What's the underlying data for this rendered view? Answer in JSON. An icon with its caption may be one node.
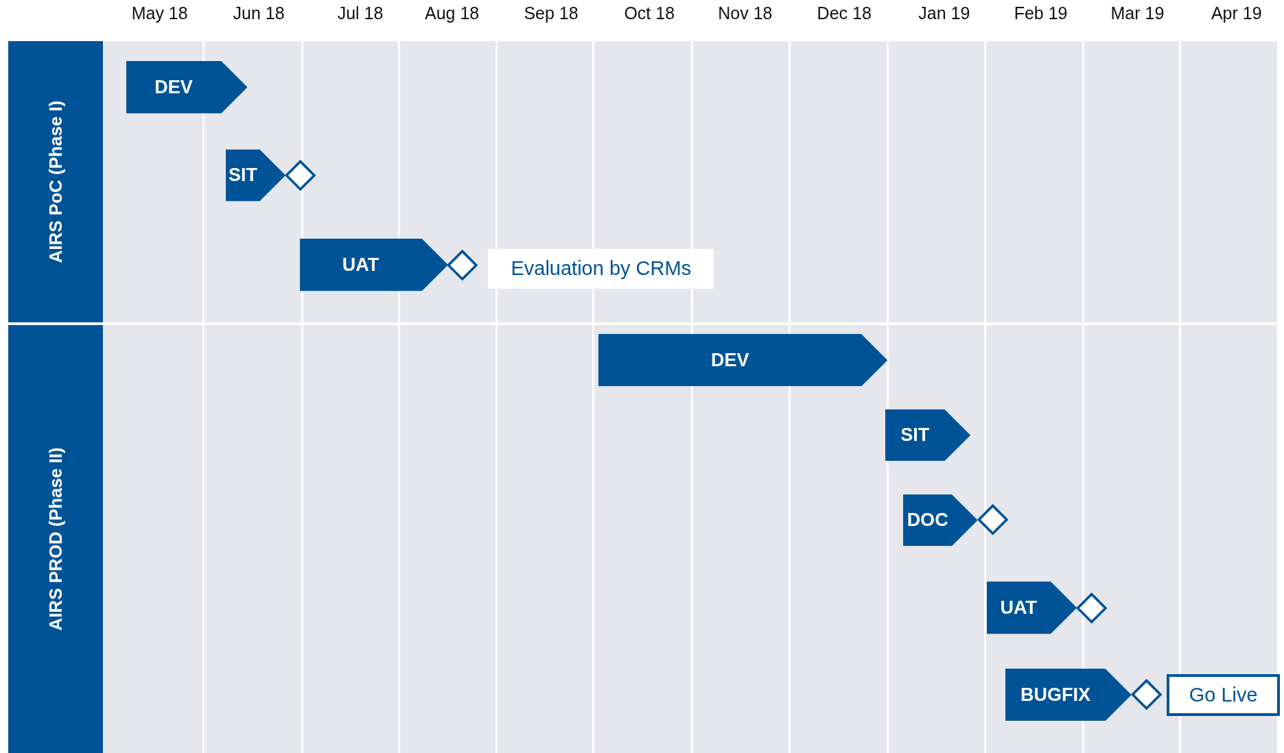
{
  "diagram": {
    "nodes": [
      {
        "text": [
          "AIRS PoC (Phase I)"
        ]
      },
      {
        "text": [
          "DEV"
        ],
        "in": 0
      },
      {
        "text": [
          "SIT"
        ],
        "in": 0
      },
      {
        "text": [],
        "shape": "diamond",
        "in": 0
      },
      {
        "text": [
          "UAT"
        ],
        "in": 0
      },
      {
        "text": [],
        "shape": "diamond",
        "in": 0
      },
      {
        "text": [
          "Evaluation by CRMs"
        ],
        "in": 0
      },
      {
        "text": [
          "AIRS PROD (Phase II)"
        ]
      },
      {
        "text": [
          "DEV"
        ],
        "in": 7
      },
      {
        "text": [
          "SIT"
        ],
        "in": 7
      },
      {
        "text": [
          "DOC"
        ],
        "in": 7
      },
      {
        "text": [],
        "shape": "diamond",
        "in": 7
      },
      {
        "text": [
          "UAT"
        ],
        "in": 7
      },
      {
        "text": [],
        "shape": "diamond",
        "in": 7
      },
      {
        "text": [
          "BUGFIX"
        ],
        "in": 7
      },
      {
        "text": [],
        "shape": "diamond",
        "in": 7
      },
      {
        "text": [
          "Go Live"
        ],
        "in": 7
      }
    ],
    "edges": [],
    "labels": [
      "May 18",
      "Jun 18",
      "Jul 18",
      "Aug 18",
      "Sep 18",
      "Oct 18",
      "Nov 18",
      "Dec 18",
      "Jan 19",
      "Feb 19",
      "Mar 19",
      "Apr 19"
    ]
  }
}
